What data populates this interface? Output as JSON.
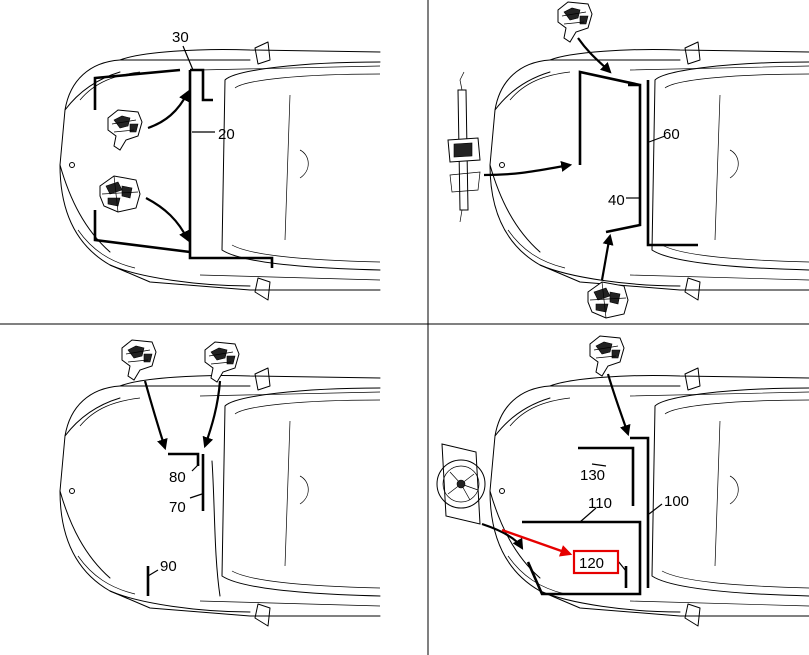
{
  "panels": [
    {
      "id": "top-left",
      "labels": [
        "30",
        "20"
      ]
    },
    {
      "id": "top-right",
      "labels": [
        "60",
        "40"
      ]
    },
    {
      "id": "bottom-left",
      "labels": [
        "80",
        "70",
        "90"
      ]
    },
    {
      "id": "bottom-right",
      "labels": [
        "130",
        "110",
        "100",
        "120"
      ]
    }
  ],
  "highlight": {
    "label": "120",
    "color": "#e60000"
  }
}
